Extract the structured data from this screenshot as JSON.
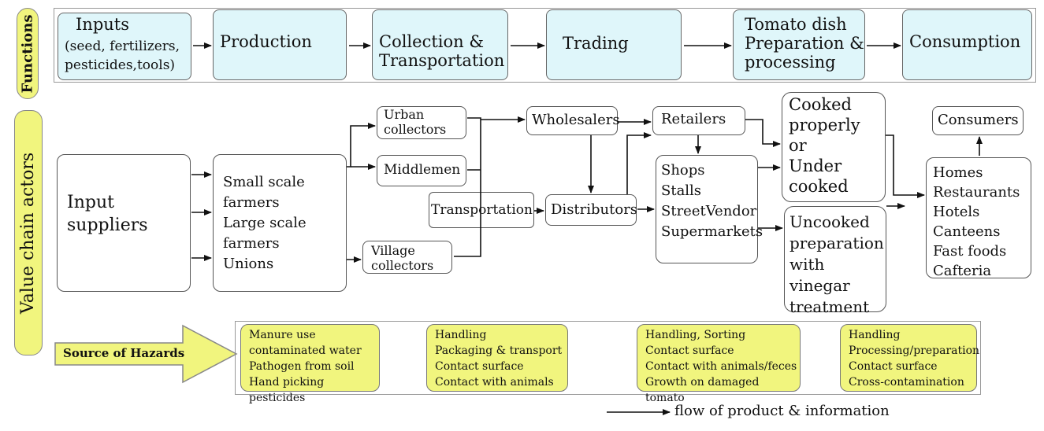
{
  "side_labels": {
    "functions": "Functions",
    "actors": "Value chain actors"
  },
  "functions": {
    "inputs_title": "Inputs",
    "inputs_detail": "(seed, fertilizers,\npesticides,tools)",
    "production": "Production",
    "collection": "Collection &\nTransportation",
    "trading": "Trading",
    "preparation": "Tomato dish\nPreparation &\nprocessing",
    "consumption": "Consumption"
  },
  "actors": {
    "input_suppliers": "Input\nsuppliers",
    "farmers": "Small scale\nfarmers\nLarge scale\nfarmers\nUnions",
    "urban_collectors": "Urban\ncollectors",
    "middlemen": "Middlemen",
    "village_collectors": "Village\ncollectors",
    "transportation": "Transportation",
    "wholesalers": "Wholesalers",
    "distributors": "Distributors",
    "retailers": "Retailers",
    "outlets": "Shops\nStalls\nStreetVendor\nSupermarkets",
    "cooked": "Cooked\nproperly\nor\nUnder\ncooked",
    "uncooked": "Uncooked\npreparation\nwith vinegar\ntreatment",
    "consumers": "Consumers",
    "venues": "Homes\nRestaurants\nHotels\nCanteens\nFast foods\nCafteria"
  },
  "hazards": {
    "label": "Source of Hazards",
    "groups": [
      "Manure use\ncontaminated water\nPathogen from soil\nHand picking pesticides",
      "Handling\nPackaging & transport\nContact surface\nContact with animals",
      "Handling, Sorting\nContact surface\nContact with animals/feces\nGrowth on damaged tomato",
      "Handling\nProcessing/preparation\nContact surface\nCross-contamination"
    ]
  },
  "legend": {
    "text": "flow of product & information"
  },
  "colors": {
    "function_fill": "#dff6fa",
    "hazard_fill": "#f1f57e",
    "arrow": "#111111"
  }
}
